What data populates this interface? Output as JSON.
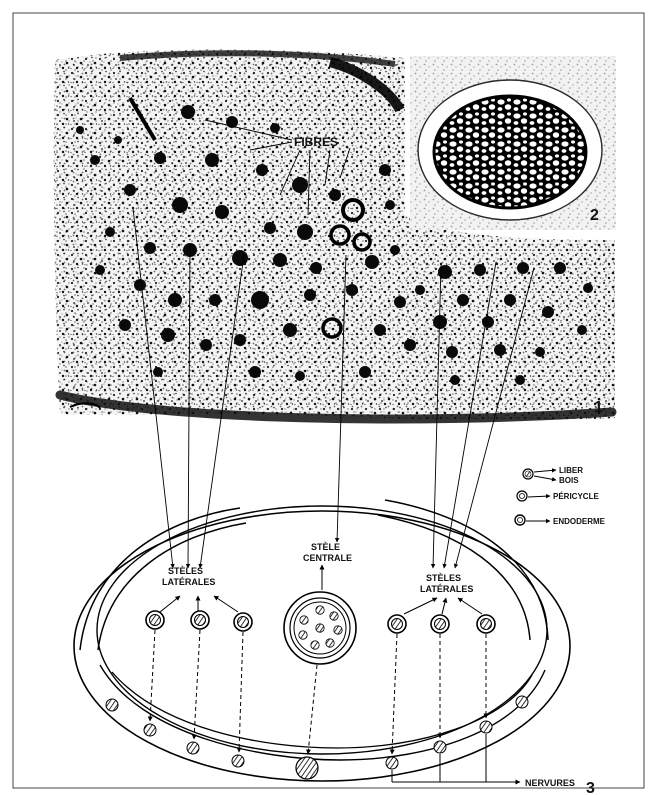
{
  "photo": {
    "label_fibres": "FIBRES",
    "panel_number_1": "1",
    "panel_number_2": "2"
  },
  "diagram": {
    "left_stele_label": [
      "STÈLES",
      "LATÉRALES"
    ],
    "right_stele_label": [
      "STÈLES",
      "LATÉRALES"
    ],
    "central_stele_label": [
      "STÈLE",
      "CENTRALE"
    ],
    "nervures_label": "NERVURES",
    "panel_number_3": "3"
  },
  "legend": {
    "items": [
      {
        "symbol": "liber-bois-icon",
        "labels": [
          "LIBER",
          "BOIS"
        ]
      },
      {
        "symbol": "pericycle-icon",
        "labels": [
          "PÉRICYCLE"
        ]
      },
      {
        "symbol": "endoderme-icon",
        "labels": [
          "ENDODERME"
        ]
      }
    ]
  }
}
